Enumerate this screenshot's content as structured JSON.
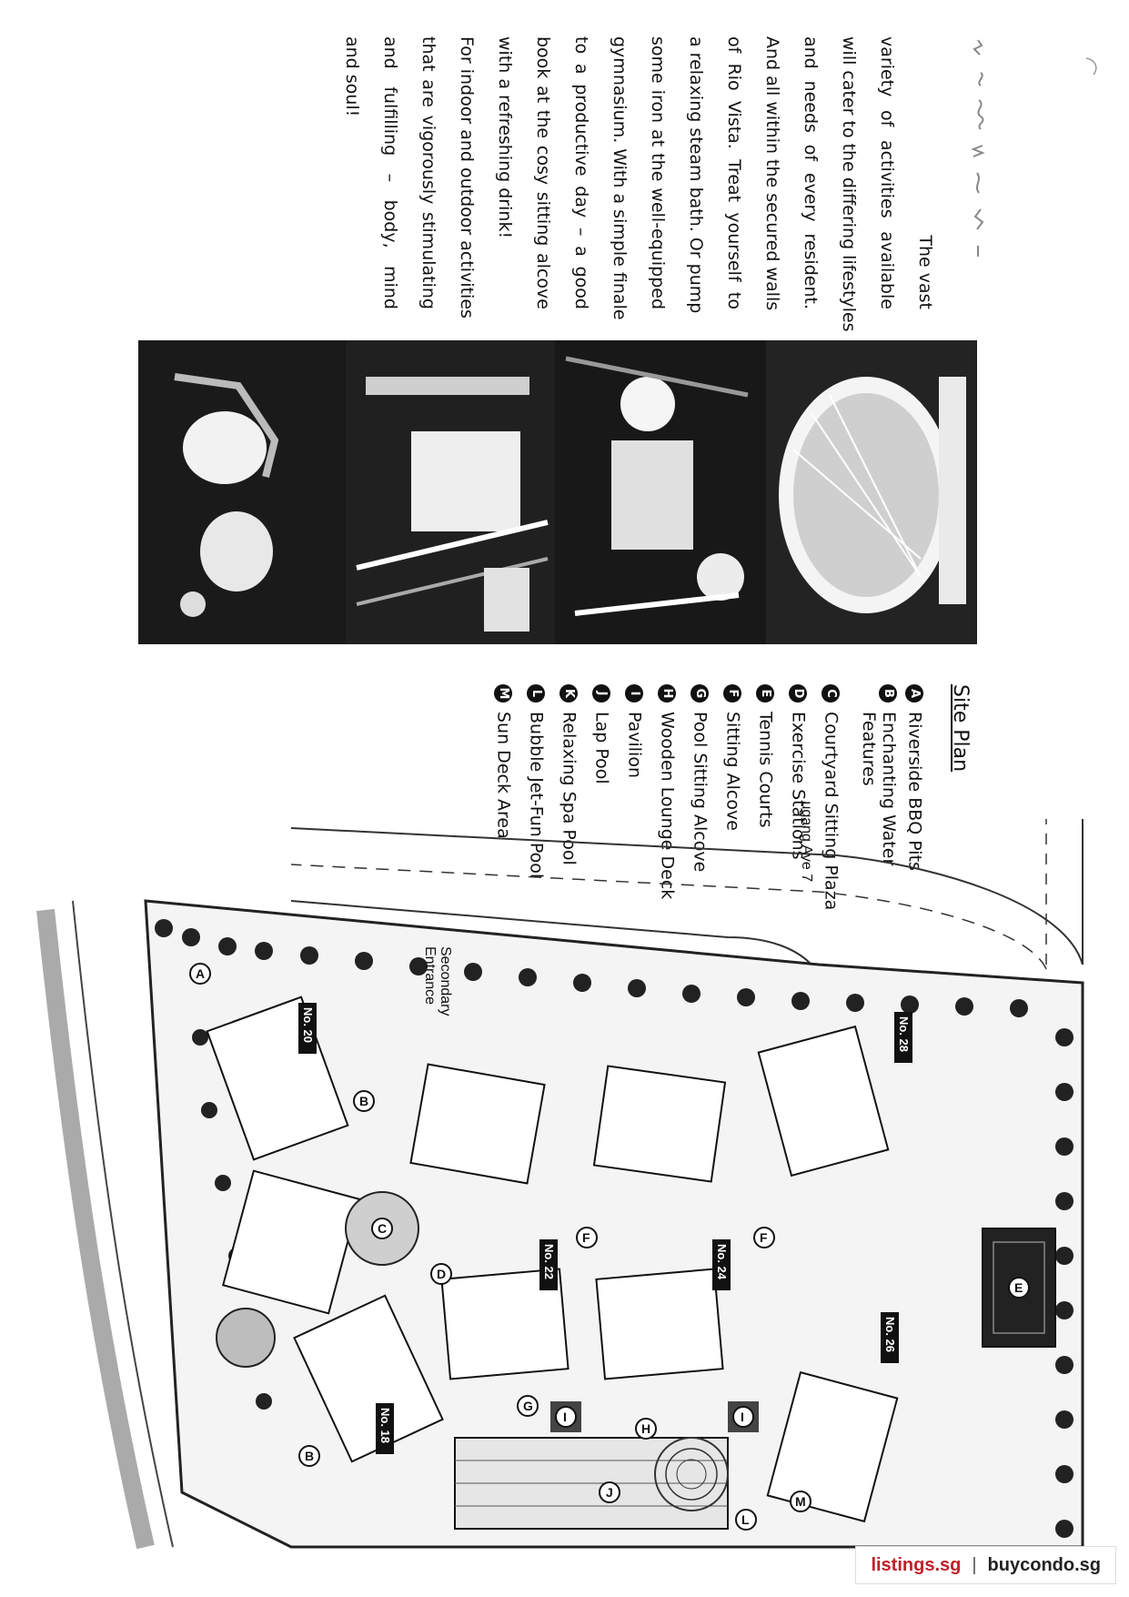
{
  "body_text": {
    "lines": [
      "The vast",
      "variety of activities available",
      "will cater to the differing lifestyles",
      "and needs of every resident.",
      "And all within the secured walls",
      "of Rio Vista. Treat yourself to",
      "a relaxing steam bath. Or pump",
      "some iron at the well-equipped",
      "gymnasium. With a simple finale",
      "to a productive day – a good",
      "book at the cosy sitting alcove",
      "with a refreshing drink!",
      "For indoor and outdoor activities",
      "that are vigorously stimulating",
      "and fulfilling – body, mind",
      "and soul!"
    ]
  },
  "legend": {
    "title": "Site Plan",
    "items": [
      {
        "key": "A",
        "label": "Riverside BBQ Pits"
      },
      {
        "key": "B",
        "label": "Enchanting Water Features"
      },
      {
        "key": "C",
        "label": "Courtyard Sitting Plaza"
      },
      {
        "key": "D",
        "label": "Exercise Stations"
      },
      {
        "key": "E",
        "label": "Tennis Courts"
      },
      {
        "key": "F",
        "label": "Sitting Alcove"
      },
      {
        "key": "G",
        "label": "Pool Sitting Alcove"
      },
      {
        "key": "H",
        "label": "Wooden Lounge Deck"
      },
      {
        "key": "I",
        "label": "Pavilion"
      },
      {
        "key": "J",
        "label": "Lap Pool"
      },
      {
        "key": "K",
        "label": "Relaxing Spa Pool"
      },
      {
        "key": "L",
        "label": "Bubble Jet-Fun Pool"
      },
      {
        "key": "M",
        "label": "Sun Deck Area"
      }
    ]
  },
  "site_plan": {
    "road_name": "Hougang Ave 7",
    "entrance_label_1": "Secondary",
    "entrance_label_2": "Entrance",
    "blocks": [
      "No. 18",
      "No. 20",
      "No. 22",
      "No. 24",
      "No. 26",
      "No. 28"
    ],
    "markers": [
      "A",
      "B",
      "B",
      "C",
      "D",
      "E",
      "F",
      "F",
      "G",
      "H",
      "I",
      "I",
      "J",
      "L",
      "M"
    ]
  },
  "footer": {
    "brand_a": "listings.sg",
    "separator": "|",
    "brand_b": "buycondo.sg"
  },
  "colors": {
    "ink": "#111111",
    "brand_red": "#c0202a"
  }
}
